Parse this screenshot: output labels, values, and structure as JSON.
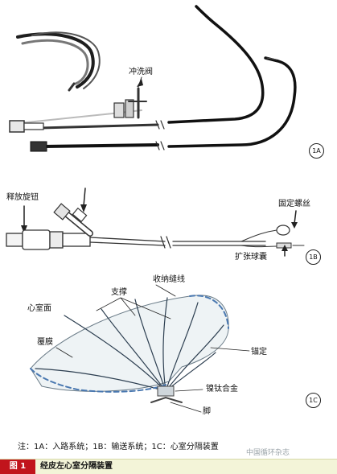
{
  "panels": {
    "a": {
      "id_label": "1A",
      "labels": {
        "flush_valve": "冲洗阀"
      }
    },
    "b": {
      "id_label": "1B",
      "labels": {
        "release_knob": "释放旋钮",
        "fixing_screw": "固定螺丝",
        "dilation_balloon": "扩张球囊"
      }
    },
    "c": {
      "id_label": "1C",
      "labels": {
        "retraction_suture": "收纳缝线",
        "support": "支撑",
        "ventricular_side": "心室面",
        "membrane": "覆膜",
        "anchor": "锚定",
        "nitinol": "镍钛合金",
        "foot": "脚"
      }
    }
  },
  "note": "注：1A：入路系统；1B：输送系统；1C：心室分隔装置",
  "caption": {
    "figure_number": "图 1",
    "title": "经皮左心室分隔装置"
  },
  "watermark": "中国循环杂志"
}
